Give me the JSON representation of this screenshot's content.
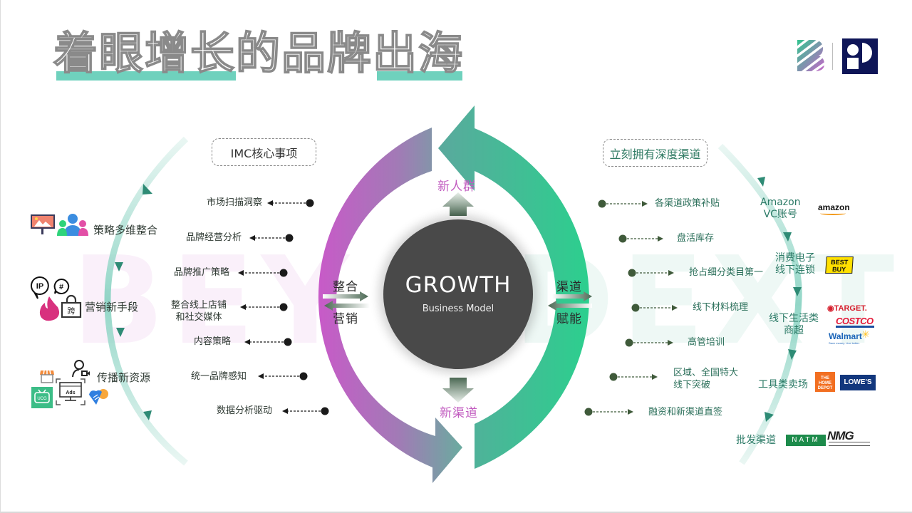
{
  "title": "着眼增长的品牌出海",
  "watermark": {
    "left": "BEY",
    "right": "DEXT"
  },
  "logos": {
    "brand_mark": "B-stripes-logo",
    "partner_mark": "iP-logo"
  },
  "colors": {
    "magenta": "#c75cc6",
    "teal": "#3cc196",
    "teal_dark": "#2e8b75",
    "center_circle": "#494949",
    "pink_label": "#c25cc0",
    "title_highlight": "#6fd1bd",
    "ip_navy": "#0e1557"
  },
  "center": {
    "title": "GROWTH",
    "subtitle": "Business Model",
    "top_label": "新人群",
    "bottom_label": "新渠道",
    "left_top": "整合",
    "left_bottom": "营销",
    "right_top": "渠道",
    "right_bottom": "赋能"
  },
  "left_panel": {
    "box_label": "IMC核心事项",
    "items": [
      "市场扫描洞察",
      "品牌经营分析",
      "品牌推广策略",
      "整合线上店铺\n和社交媒体",
      "内容策略",
      "统一品牌感知",
      "数据分析驱动"
    ],
    "side_groups": [
      {
        "label": "策略多维整合",
        "icons": [
          "billboard-icon",
          "team-icon"
        ]
      },
      {
        "label": "营销新手段",
        "icons": [
          "ip-bubble-icon",
          "hashtag-bubble-icon",
          "fire-icon",
          "cross-border-bag-icon"
        ]
      },
      {
        "label": "传播新资源",
        "icons": [
          "storefront-icon",
          "influencer-icon",
          "ugc-tv-icon",
          "ads-screen-icon",
          "heart-hand-icon"
        ]
      }
    ]
  },
  "right_panel": {
    "box_label": "立刻拥有深度渠道",
    "items": [
      "各渠道政策补贴",
      "盘活库存",
      "抢占细分类目第一",
      "线下材料梳理",
      "高管培训",
      "区域、全国特大\n线下突破",
      "融资和新渠道直签"
    ],
    "channels": [
      {
        "label": "Amazon\nVC账号",
        "brands": [
          "amazon"
        ]
      },
      {
        "label": "消费电子\n线下连锁",
        "brands": [
          "BEST BUY"
        ]
      },
      {
        "label": "线下生活类\n商超",
        "brands": [
          "TARGET",
          "COSTCO",
          "Walmart"
        ]
      },
      {
        "label": "工具类卖场",
        "brands": [
          "THE HOME DEPOT",
          "LOWE'S"
        ]
      },
      {
        "label": "批发渠道",
        "brands": [
          "NATM",
          "NMG"
        ]
      }
    ]
  },
  "brand_text": {
    "amazon": "amazon",
    "bestbuy": "BEST\nBUY",
    "target": "◉TARGET.",
    "costco": "COSTCO",
    "walmart": "Walmart",
    "walmart_tagline": "Save money. Live better.",
    "homedepot": "THE\nHOME\nDEPOT",
    "lowes": "LOWE'S",
    "natm": "NATM",
    "nmg": "NMG"
  }
}
